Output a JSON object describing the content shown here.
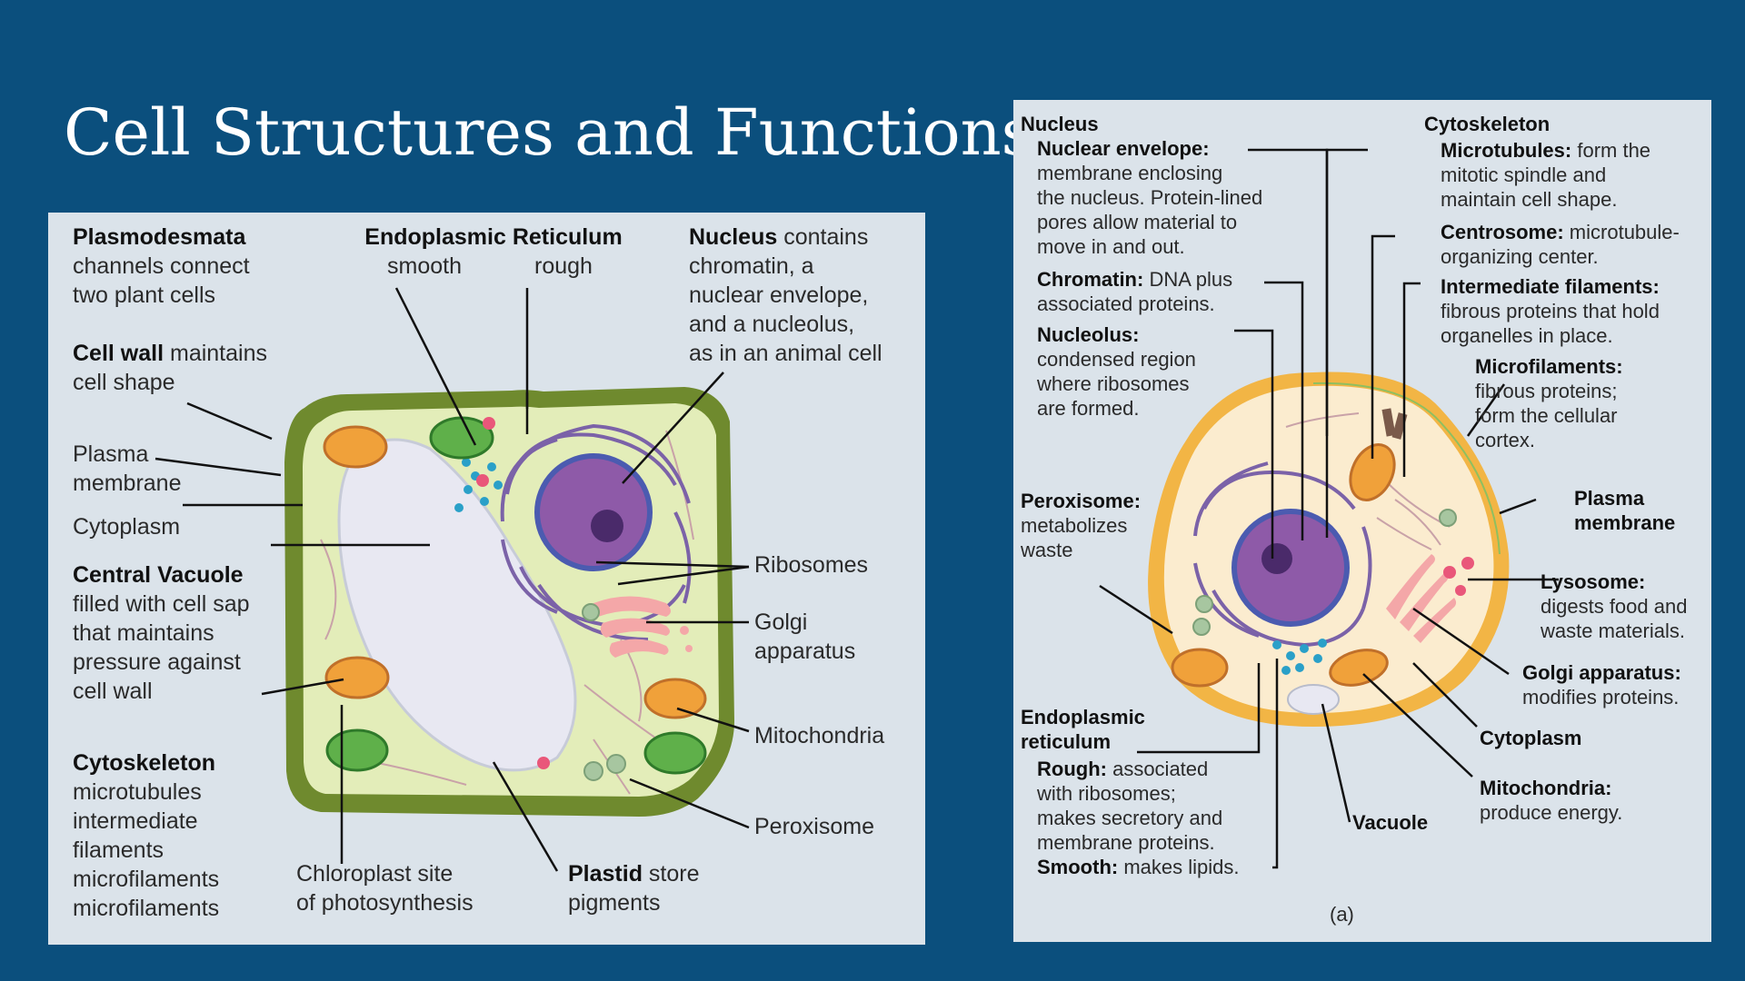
{
  "title": "Cell Structures and Functions",
  "plant": {
    "plasmodesmata": {
      "name": "Plasmodesmata",
      "text": "channels connect\ntwo plant cells"
    },
    "er": {
      "name": "Endoplasmic Reticulum",
      "smooth": "smooth",
      "rough": "rough"
    },
    "nucleus": {
      "name": "Nucleus",
      "text": " contains\nchromatin, a\nnuclear envelope,\nand a nucleolus,\nas in an animal cell"
    },
    "cell_wall": {
      "name": "Cell wall",
      "text": " maintains\ncell shape"
    },
    "plasma_membrane": "Plasma\nmembrane",
    "cytoplasm": "Cytoplasm",
    "central_vacuole": {
      "name": "Central Vacuole",
      "text": "filled with cell sap\nthat maintains\npressure against\ncell wall"
    },
    "cytoskeleton": {
      "name": "Cytoskeleton",
      "text": "microtubules\nintermediate\n   filaments\nmicrofilaments\nmicrofilaments"
    },
    "chloroplast": "Chloroplast site\nof photosynthesis",
    "plastid": {
      "name": "Plastid",
      "text": " store\npigments"
    },
    "ribosomes": "Ribosomes",
    "golgi": "Golgi\napparatus",
    "mitochondria": "Mitochondria",
    "peroxisome": "Peroxisome"
  },
  "animal": {
    "nucleus_heading": "Nucleus",
    "nuclear_envelope": {
      "name": "Nuclear envelope:",
      "text": "membrane enclosing\nthe nucleus. Protein-lined\npores allow material to\nmove in and out."
    },
    "chromatin": {
      "name": "Chromatin:",
      "text": " DNA plus\nassociated proteins."
    },
    "nucleolus": {
      "name": "Nucleolus:",
      "text": "condensed region\nwhere ribosomes\nare formed."
    },
    "cytoskeleton_heading": "Cytoskeleton",
    "microtubules": {
      "name": "Microtubules:",
      "text": " form the\nmitotic spindle and\nmaintain cell shape."
    },
    "centrosome": {
      "name": "Centrosome:",
      "text": " microtubule-\norganizing center."
    },
    "intermediate_filaments": {
      "name": "Intermediate filaments:",
      "text": "fibrous proteins that hold\norganelles in place."
    },
    "microfilaments": {
      "name": "Microfilaments:",
      "text": "fibrous proteins;\nform the cellular\ncortex."
    },
    "peroxisome": {
      "name": "Peroxisome:",
      "text": "metabolizes\nwaste"
    },
    "plasma_membrane": "Plasma\nmembrane",
    "lysosome": {
      "name": "Lysosome:",
      "text": "digests food and\nwaste materials."
    },
    "golgi": {
      "name": "Golgi apparatus:",
      "text": "modifies proteins."
    },
    "cytoplasm": "Cytoplasm",
    "mitochondria": {
      "name": "Mitochondria:",
      "text": "produce energy."
    },
    "vacuole": "Vacuole",
    "er": {
      "name": "Endoplasmic\nreticulum"
    },
    "rough": {
      "name": "Rough:",
      "text": " associated\nwith ribosomes;\nmakes secretory and\nmembrane proteins."
    },
    "smooth": {
      "name": "Smooth:",
      "text": " makes lipids."
    },
    "caption": "(a)"
  },
  "colors": {
    "background": "#0b4f7d",
    "panel": "#dbe3ea",
    "cell_wall": "#6f8a2e",
    "cytoplasm": "#e3edb9",
    "vacuole": "#e8e8f2",
    "nucleus": "#8e5aa8"
  }
}
